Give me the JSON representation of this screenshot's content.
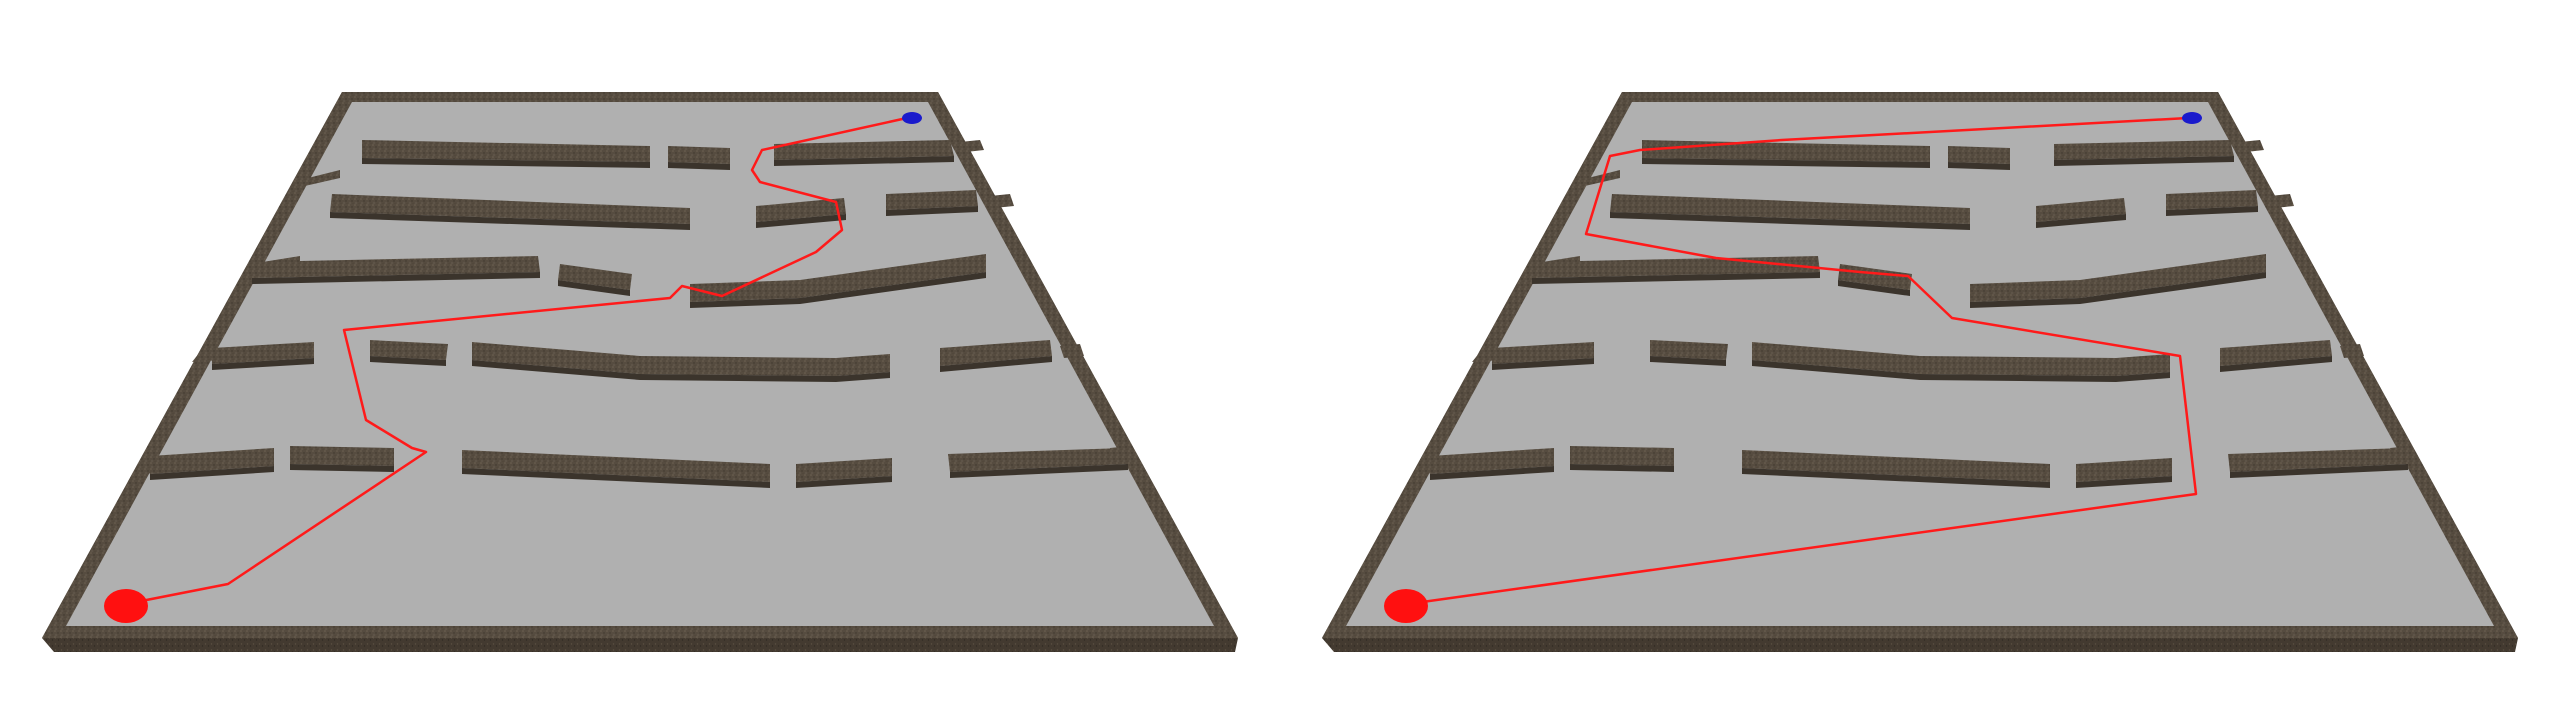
{
  "colors": {
    "background": "#ffffff",
    "floor": "#b0b0b0",
    "wall_top": "#5c5246",
    "wall_front": "#4a4137",
    "wall_side": "#3b342c",
    "border": "#53493e",
    "border_dark": "#3a3129",
    "path": "#ff1a1a",
    "start_marker": "#ff1010",
    "goal_marker": "#1a1acc"
  },
  "scenes": [
    {
      "id": "left",
      "start_marker": "red-start",
      "goal_marker": "blue-goal"
    },
    {
      "id": "right",
      "start_marker": "red-start",
      "goal_marker": "blue-goal"
    }
  ]
}
